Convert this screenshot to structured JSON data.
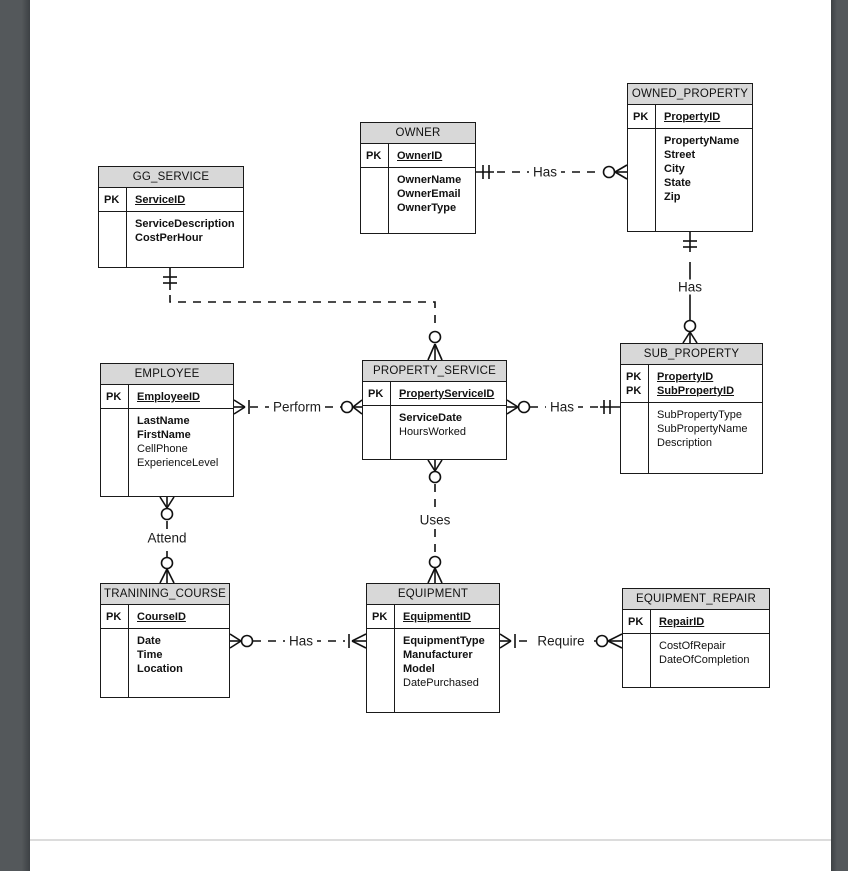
{
  "page": {
    "background": "#ffffff",
    "surround_color": "#54585b",
    "divider_color": "#dcdcdc",
    "entity_header_color": "#d8d8d8",
    "line_color": "#111111"
  },
  "diagram": {
    "type": "er-diagram",
    "notation": "crow-foot",
    "pk_label": "PK",
    "entities": [
      {
        "name": "GG_SERVICE",
        "pk": [
          "ServiceID"
        ],
        "attributes": [
          {
            "text": "ServiceDescription",
            "bold": true
          },
          {
            "text": "CostPerHour",
            "bold": true
          }
        ]
      },
      {
        "name": "OWNER",
        "pk": [
          "OwnerID"
        ],
        "attributes": [
          {
            "text": "OwnerName",
            "bold": true
          },
          {
            "text": "OwnerEmail",
            "bold": true
          },
          {
            "text": "OwnerType",
            "bold": true
          }
        ]
      },
      {
        "name": "OWNED_PROPERTY",
        "pk": [
          "PropertyID"
        ],
        "attributes": [
          {
            "text": "PropertyName",
            "bold": true
          },
          {
            "text": "Street",
            "bold": true
          },
          {
            "text": "City",
            "bold": true
          },
          {
            "text": "State",
            "bold": true
          },
          {
            "text": "Zip",
            "bold": true
          }
        ]
      },
      {
        "name": "EMPLOYEE",
        "pk": [
          "EmployeeID"
        ],
        "attributes": [
          {
            "text": "LastName",
            "bold": true
          },
          {
            "text": "FirstName",
            "bold": true
          },
          {
            "text": "CellPhone",
            "bold": false
          },
          {
            "text": "ExperienceLevel",
            "bold": false
          }
        ]
      },
      {
        "name": "PROPERTY_SERVICE",
        "pk": [
          "PropertyServiceID"
        ],
        "attributes": [
          {
            "text": "ServiceDate",
            "bold": true
          },
          {
            "text": "HoursWorked",
            "bold": false
          }
        ]
      },
      {
        "name": "SUB_PROPERTY",
        "pk": [
          "PropertyID",
          "SubPropertyID"
        ],
        "attributes": [
          {
            "text": "SubPropertyType",
            "bold": false
          },
          {
            "text": "SubPropertyName",
            "bold": false
          },
          {
            "text": "Description",
            "bold": false
          }
        ]
      },
      {
        "name": "TRANINING_COURSE",
        "pk": [
          "CourseID"
        ],
        "attributes": [
          {
            "text": "Date",
            "bold": true
          },
          {
            "text": "Time",
            "bold": true
          },
          {
            "text": "Location",
            "bold": true
          }
        ]
      },
      {
        "name": "EQUIPMENT",
        "pk": [
          "EquipmentID"
        ],
        "attributes": [
          {
            "text": "EquipmentType",
            "bold": true
          },
          {
            "text": "Manufacturer",
            "bold": true
          },
          {
            "text": "Model",
            "bold": true
          },
          {
            "text": "DatePurchased",
            "bold": false
          }
        ]
      },
      {
        "name": "EQUIPMENT_REPAIR",
        "pk": [
          "RepairID"
        ],
        "attributes": [
          {
            "text": "CostOfRepair",
            "bold": false
          },
          {
            "text": "DateOfCompletion",
            "bold": false
          }
        ]
      }
    ],
    "relationships": [
      {
        "label": "Has",
        "from": "OWNER",
        "to": "OWNED_PROPERTY",
        "from_cardinality": "one-and-only-one",
        "to_cardinality": "zero-or-many",
        "line": "dashed"
      },
      {
        "label": "Has",
        "from": "OWNED_PROPERTY",
        "to": "SUB_PROPERTY",
        "from_cardinality": "one-and-only-one",
        "to_cardinality": "zero-or-many",
        "line": "solid"
      },
      {
        "label": "",
        "from": "GG_SERVICE",
        "to": "PROPERTY_SERVICE",
        "from_cardinality": "one-and-only-one",
        "to_cardinality": "zero-or-many",
        "line": "dashed"
      },
      {
        "label": "Perform",
        "from": "EMPLOYEE",
        "to": "PROPERTY_SERVICE",
        "from_cardinality": "one-or-many",
        "to_cardinality": "zero-or-many",
        "line": "dashed"
      },
      {
        "label": "Has",
        "from": "PROPERTY_SERVICE",
        "to": "SUB_PROPERTY",
        "from_cardinality": "zero-or-many",
        "to_cardinality": "one-and-only-one",
        "line": "dashed"
      },
      {
        "label": "Attend",
        "from": "EMPLOYEE",
        "to": "TRANINING_COURSE",
        "from_cardinality": "zero-or-many",
        "to_cardinality": "zero-or-many",
        "line": "dashed"
      },
      {
        "label": "Uses",
        "from": "PROPERTY_SERVICE",
        "to": "EQUIPMENT",
        "from_cardinality": "zero-or-many",
        "to_cardinality": "zero-or-many",
        "line": "dashed"
      },
      {
        "label": "Has",
        "from": "TRANINING_COURSE",
        "to": "EQUIPMENT",
        "from_cardinality": "zero-or-many",
        "to_cardinality": "one-or-many",
        "line": "dashed"
      },
      {
        "label": "Require",
        "from": "EQUIPMENT",
        "to": "EQUIPMENT_REPAIR",
        "from_cardinality": "one-or-many",
        "to_cardinality": "zero-or-many",
        "line": "dashed"
      }
    ]
  }
}
